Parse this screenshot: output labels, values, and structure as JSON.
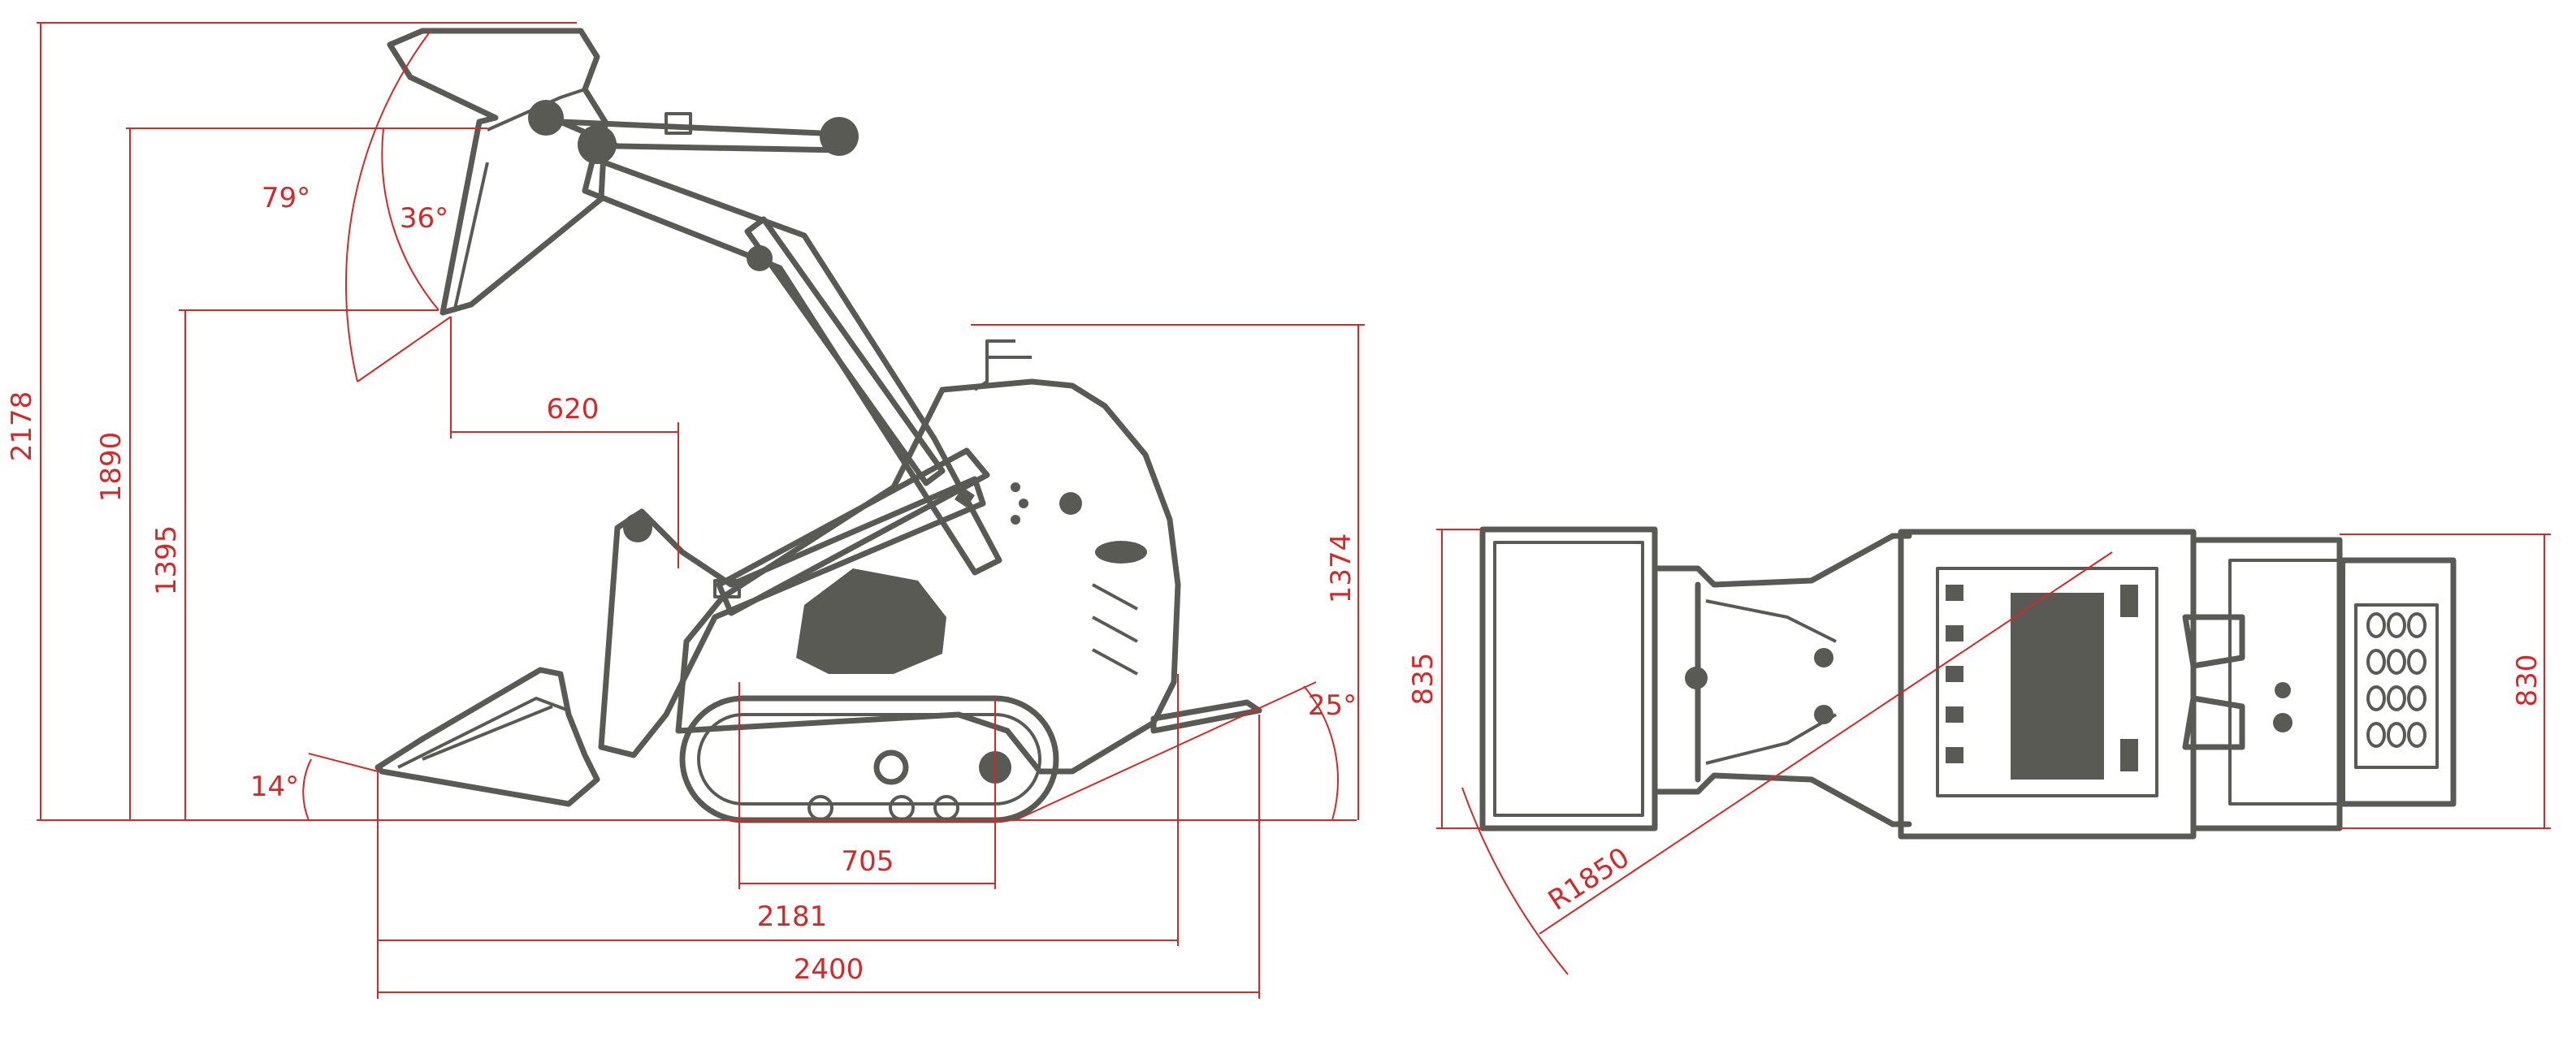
{
  "colors": {
    "dimension": "#d22a2a",
    "machine": "#5a5a55",
    "background": "#ffffff"
  },
  "side_view": {
    "height_dims": {
      "max_pivot": "2178",
      "hinge_pin": "1890",
      "dump_height": "1395",
      "machine_height": "1374"
    },
    "length_dims": {
      "dump_reach": "620",
      "track_centers": "705",
      "length_no_bucket": "2181",
      "overall_length": "2400"
    },
    "angles": {
      "rollback_at_height": "79°",
      "dump_angle": "36°",
      "rollback_at_ground": "14°",
      "departure_angle": "25°"
    }
  },
  "top_view": {
    "dims": {
      "bucket_width": "835",
      "track_width": "830",
      "turning_radius": "R1850"
    }
  }
}
